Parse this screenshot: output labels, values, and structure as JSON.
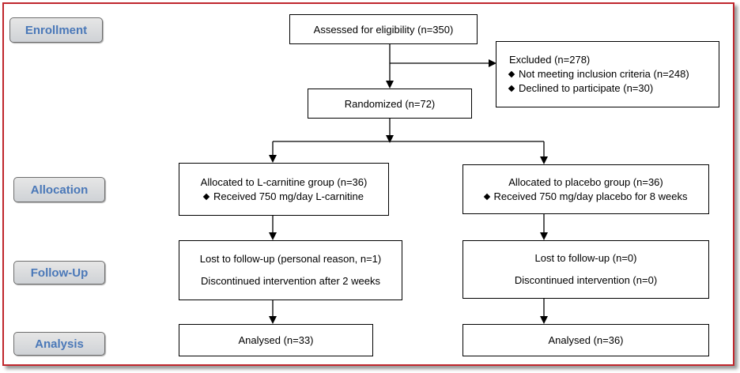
{
  "stages": {
    "enrollment": "Enrollment",
    "allocation": "Allocation",
    "follow_up": "Follow-Up",
    "analysis": "Analysis"
  },
  "assessed": "Assessed for eligibility (n=350)",
  "excluded": {
    "title": "Excluded  (n=278)",
    "items": [
      "Not meeting inclusion criteria (n=248)",
      "Declined to participate (n=30)"
    ]
  },
  "randomized": "Randomized (n=72)",
  "left_arm": {
    "allocation_title": "Allocated to L-carnitine group (n=36)",
    "allocation_item": "Received 750 mg/day L-carnitine",
    "followup_lost": "Lost to follow-up (personal reason, n=1)",
    "followup_discontinued": "Discontinued intervention after 2 weeks",
    "analysed": "Analysed (n=33)"
  },
  "right_arm": {
    "allocation_title": "Allocated to placebo group (n=36)",
    "allocation_item": "Received 750 mg/day placebo for 8 weeks",
    "followup_lost": "Lost to follow-up (n=0)",
    "followup_discontinued": "Discontinued intervention (n=0)",
    "analysed": "Analysed (n=36)"
  },
  "colors": {
    "frame": "#c0272d",
    "stage_text": "#4a78b8"
  }
}
